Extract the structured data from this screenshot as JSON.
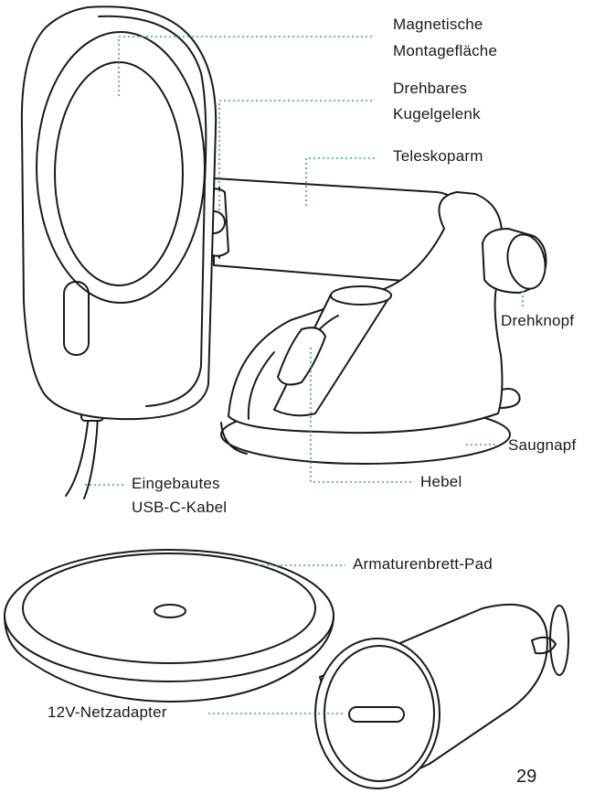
{
  "labels": {
    "magnetic_mount_1": "Magnetische",
    "magnetic_mount_2": "Montagefläche",
    "ball_joint_1": "Drehbares",
    "ball_joint_2": "Kugelgelenk",
    "telescopic_arm": "Teleskoparm",
    "rotary_knob": "Drehknopf",
    "suction_cup": "Saugnapf",
    "lever": "Hebel",
    "cable_1": "Eingebautes",
    "cable_2": "USB-C-Kabel",
    "dashboard_pad": "Armaturenbrett-Pad",
    "car_adapter": "12V-Netzadapter"
  },
  "page_number": "29",
  "colors": {
    "line": "#1a1a1a",
    "leader": "#3aa880",
    "fill": "#ffffff"
  }
}
